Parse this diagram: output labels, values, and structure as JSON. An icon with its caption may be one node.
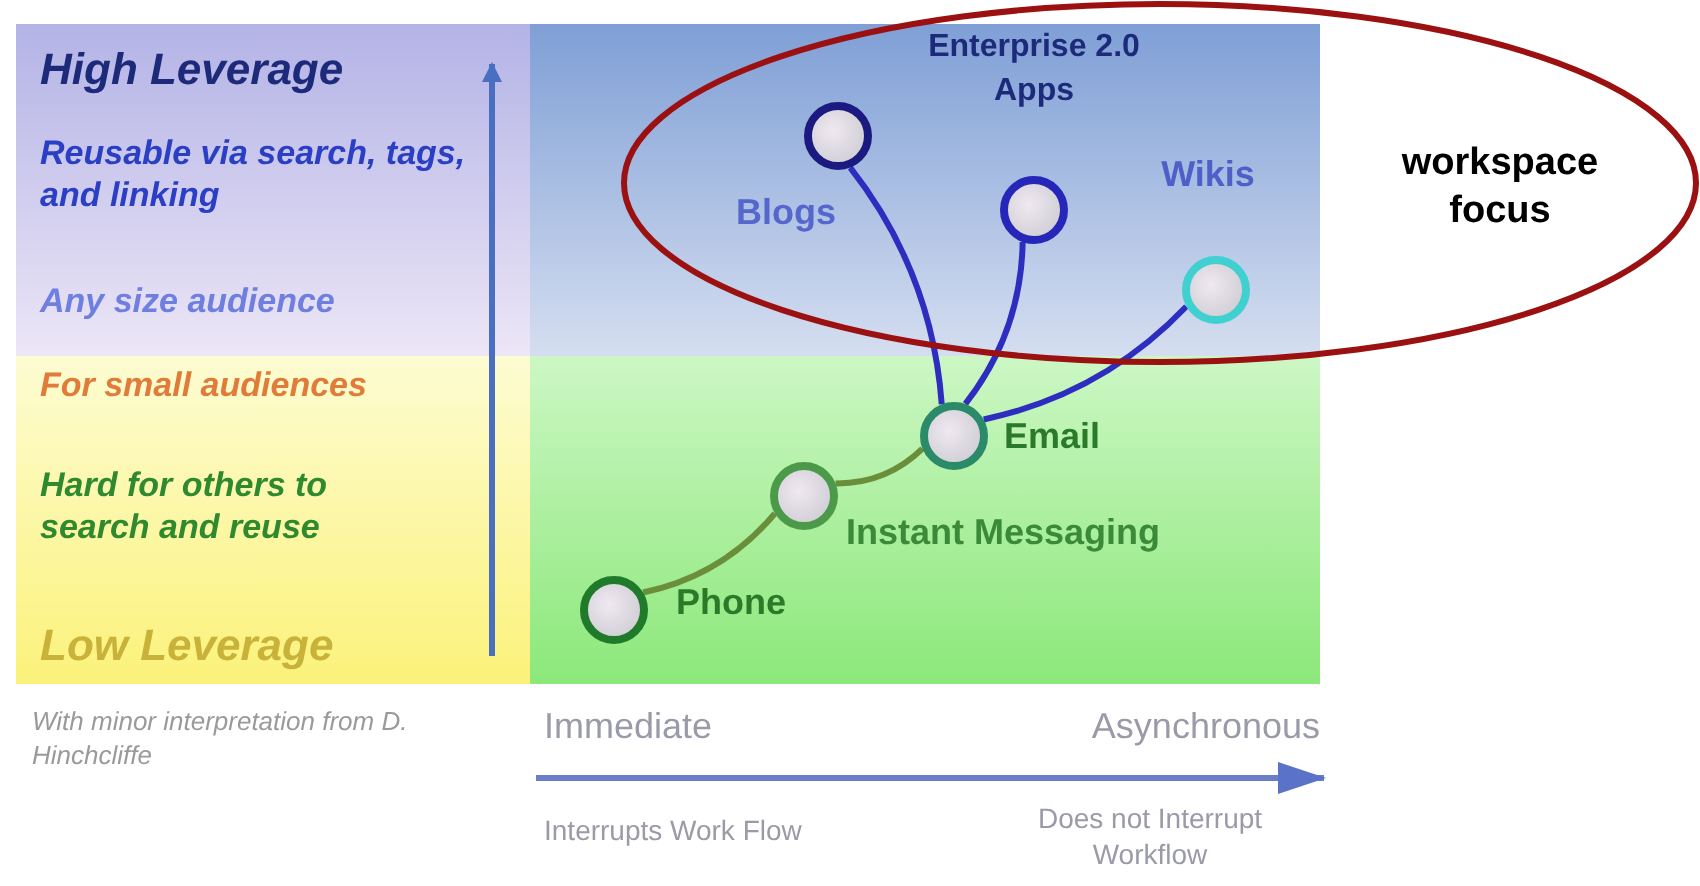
{
  "diagram": {
    "nodes": [
      {
        "text": [
          "workspace focus"
        ]
      },
      {
        "text": [],
        "shape": "circle",
        "beside": [
          "Blogs"
        ],
        "in": 0
      },
      {
        "text": [],
        "shape": "circle",
        "beside": [
          "Enterprise 2.0 Apps"
        ],
        "in": 0
      },
      {
        "text": [],
        "shape": "circle",
        "beside": [
          "Wikis"
        ],
        "in": 0
      },
      {
        "text": [],
        "shape": "circle",
        "beside": [
          "Email"
        ]
      },
      {
        "text": [],
        "shape": "circle",
        "beside": [
          "Instant Messaging"
        ]
      },
      {
        "text": [],
        "shape": "circle",
        "beside": [
          "Phone"
        ]
      }
    ],
    "edges": [
      {
        "from": 6,
        "to": 5,
        "arrow": "none",
        "color": "#6b8e3a"
      },
      {
        "from": 5,
        "to": 4,
        "arrow": "none",
        "color": "#6b8e3a"
      },
      {
        "from": 4,
        "to": 1,
        "arrow": "none"
      },
      {
        "from": 4,
        "to": 2,
        "arrow": "none"
      },
      {
        "from": 4,
        "to": 3,
        "arrow": "none"
      }
    ],
    "labels": [
      "High Leverage",
      "Reusable via search, tags, and linking",
      "Any size audience",
      "For small audiences",
      "Hard for others to search and reuse",
      "Low Leverage",
      "With minor interpretation from D. Hinchcliffe",
      "Immediate",
      "Asynchronous",
      "Interrupts Work Flow",
      "Does not Interrupt Workflow"
    ]
  }
}
